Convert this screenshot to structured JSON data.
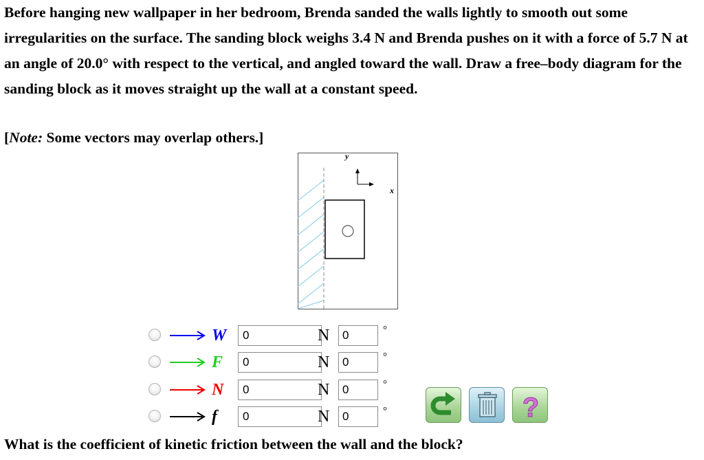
{
  "problem": {
    "text": "Before hanging new wallpaper in her bedroom, Brenda sanded the walls lightly to smooth out some irregularities on the surface. The sanding block weighs 3.4 N and Brenda pushes on it with a force of 5.7 N at an angle of 20.0° with respect to the vertical, and angled toward the wall. Draw a free–body diagram for the sanding block as it moves straight up the wall at a constant speed.",
    "note_open": "[",
    "note_label": "Note:",
    "note_text": " Some vectors may overlap others.]"
  },
  "diagram": {
    "axis_y_label": "y",
    "axis_x_label": "x"
  },
  "vectors": [
    {
      "label": "W",
      "color": "#0000ee",
      "magnitude": "0",
      "unit": "N",
      "angle": "0",
      "degree_symbol": "°"
    },
    {
      "label": "F",
      "color": "#22cc22",
      "magnitude": "0",
      "unit": "N",
      "angle": "0",
      "degree_symbol": "°"
    },
    {
      "label": "N",
      "color": "#ee0000",
      "magnitude": "0",
      "unit": "N",
      "angle": "0",
      "degree_symbol": "°"
    },
    {
      "label": "f",
      "color": "#000000",
      "magnitude": "0",
      "unit": "N",
      "angle": "0",
      "degree_symbol": "°"
    }
  ],
  "toolbar": {
    "redo_icon": "redo-arrow-icon",
    "trash_icon": "trash-icon",
    "help_label": "?",
    "green": "#8fc57c",
    "blue": "#8cc0d6",
    "help_color": "#d46fd8"
  },
  "question": {
    "text": "What is the coefficient of kinetic friction between the wall and the block?"
  }
}
